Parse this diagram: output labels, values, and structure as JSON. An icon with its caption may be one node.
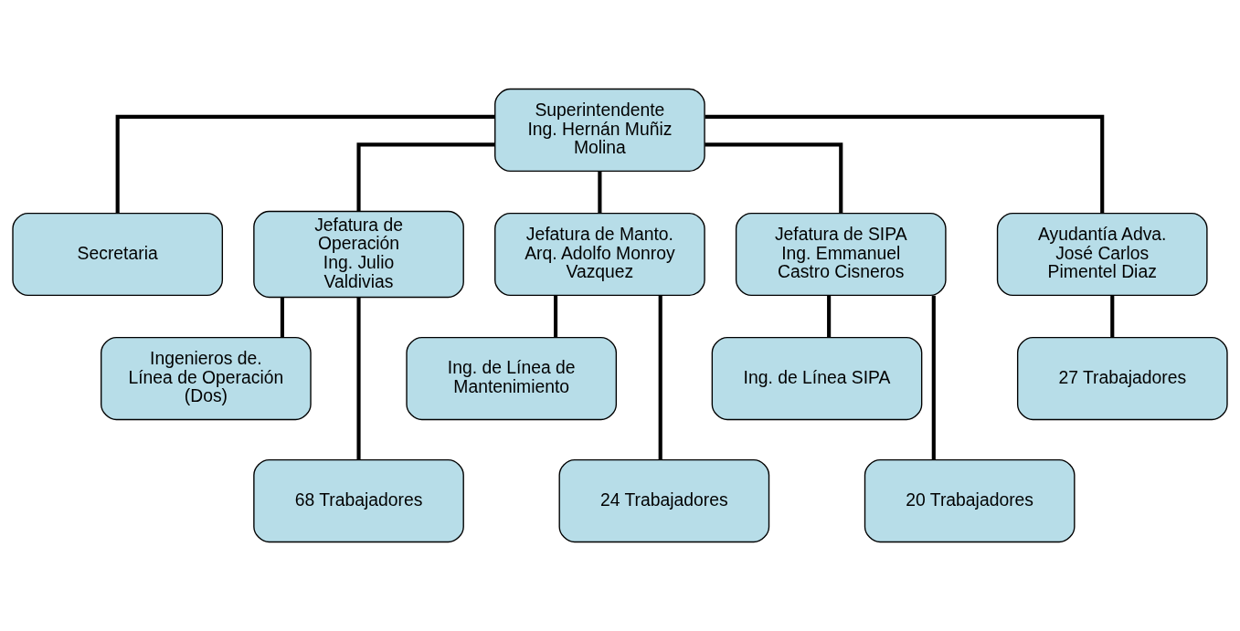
{
  "diagram": {
    "nodes": [
      {
        "text": [
          "Superintendente",
          "Ing. Hernán Muñiz Molina"
        ]
      },
      {
        "text": [
          "Secretaria"
        ]
      },
      {
        "text": [
          "Jefatura de Operación",
          "Ing. Julio Valdivias"
        ]
      },
      {
        "text": [
          "Jefatura de Manto.",
          "Arq. Adolfo Monroy Vazquez"
        ]
      },
      {
        "text": [
          "Jefatura de SIPA",
          "Ing. Emmanuel Castro Cisneros"
        ]
      },
      {
        "text": [
          "Ayudantía Adva.",
          "José Carlos Pimentel Diaz"
        ]
      },
      {
        "text": [
          "Ingenieros de. Línea de Operación (Dos)"
        ]
      },
      {
        "text": [
          "Ing. de Línea de Mantenimiento"
        ]
      },
      {
        "text": [
          "Ing. de Línea SIPA"
        ]
      },
      {
        "text": [
          "68 Trabajadores"
        ]
      },
      {
        "text": [
          "24 Trabajadores"
        ]
      },
      {
        "text": [
          "20 Trabajadores"
        ]
      },
      {
        "text": [
          "27 Trabajadores"
        ]
      }
    ],
    "edges": [
      {
        "from": 0,
        "to": 1,
        "arrow": "none"
      },
      {
        "from": 0,
        "to": 2,
        "arrow": "none"
      },
      {
        "from": 0,
        "to": 3,
        "arrow": "none"
      },
      {
        "from": 0,
        "to": 4,
        "arrow": "none"
      },
      {
        "from": 0,
        "to": 5,
        "arrow": "none"
      },
      {
        "from": 2,
        "to": 6,
        "arrow": "none"
      },
      {
        "from": 2,
        "to": 9,
        "arrow": "none"
      },
      {
        "from": 3,
        "to": 7,
        "arrow": "none"
      },
      {
        "from": 3,
        "to": 10,
        "arrow": "none"
      },
      {
        "from": 4,
        "to": 8,
        "arrow": "none"
      },
      {
        "from": 4,
        "to": 11,
        "arrow": "none"
      },
      {
        "from": 5,
        "to": 12,
        "arrow": "none"
      }
    ]
  }
}
